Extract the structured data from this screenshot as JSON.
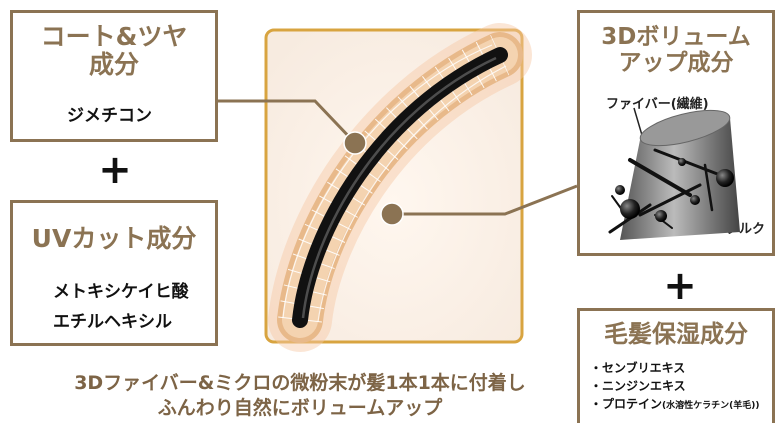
{
  "coat_box": {
    "title": "コート&ツヤ\n成分",
    "items": [
      "ジメチコン"
    ]
  },
  "plus_1": "+",
  "uv_box": {
    "title": "UVカット成分",
    "items": [
      "メトキシケイヒ酸",
      "エチルヘキシル"
    ]
  },
  "volume_box": {
    "title": "3Dボリューム\nアップ成分",
    "fiber_label": "ファイバー(繊維)",
    "talc_label": "タルク"
  },
  "plus_2": "+",
  "moist_box": {
    "title": "毛髪保湿成分",
    "items": [
      "・センブリエキス",
      "・ニンジンエキス"
    ],
    "protein_prefix": "・プロテイン",
    "protein_note": "(水溶性ケラチン(羊毛))"
  },
  "caption": {
    "line1": "3Dファイバー&ミクロの微粉末が髪1本1本に付着し",
    "line2": "ふんわり自然にボリュームアップ"
  },
  "colors": {
    "frame_brown": "#8b7353",
    "title_brown": "#8b7353",
    "hair_glow": "#f3c9a2",
    "frame_gold": "#d8a440"
  }
}
